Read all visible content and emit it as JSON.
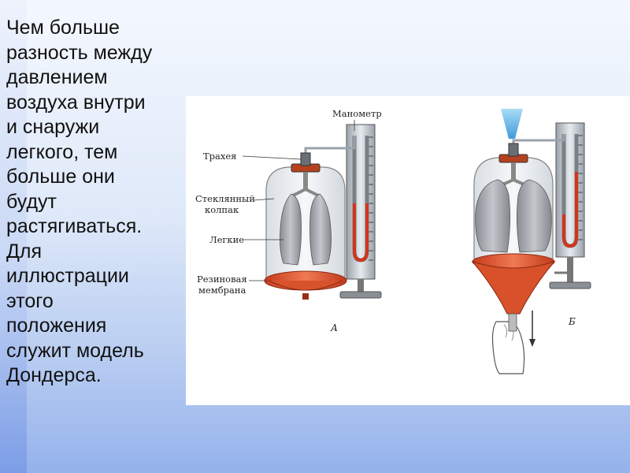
{
  "slide": {
    "text": "Чем больше\nразность между\nдавлением\nвоздуха внутри\nи снаружи\nлегкого, тем\nбольше они\nбудут\nрастягиваться.\nДля\nиллюстрации\nэтого\nположения\nслужит модель\nДондерса."
  },
  "figure": {
    "labels": {
      "manometer": "Манометр",
      "trachea": "Трахея",
      "glass_bell": "Стеклянный\nколпак",
      "lungs": "Легкие",
      "membrane": "Резиновая\nмембрана"
    },
    "panels": {
      "a": "А",
      "b": "Б"
    }
  }
}
